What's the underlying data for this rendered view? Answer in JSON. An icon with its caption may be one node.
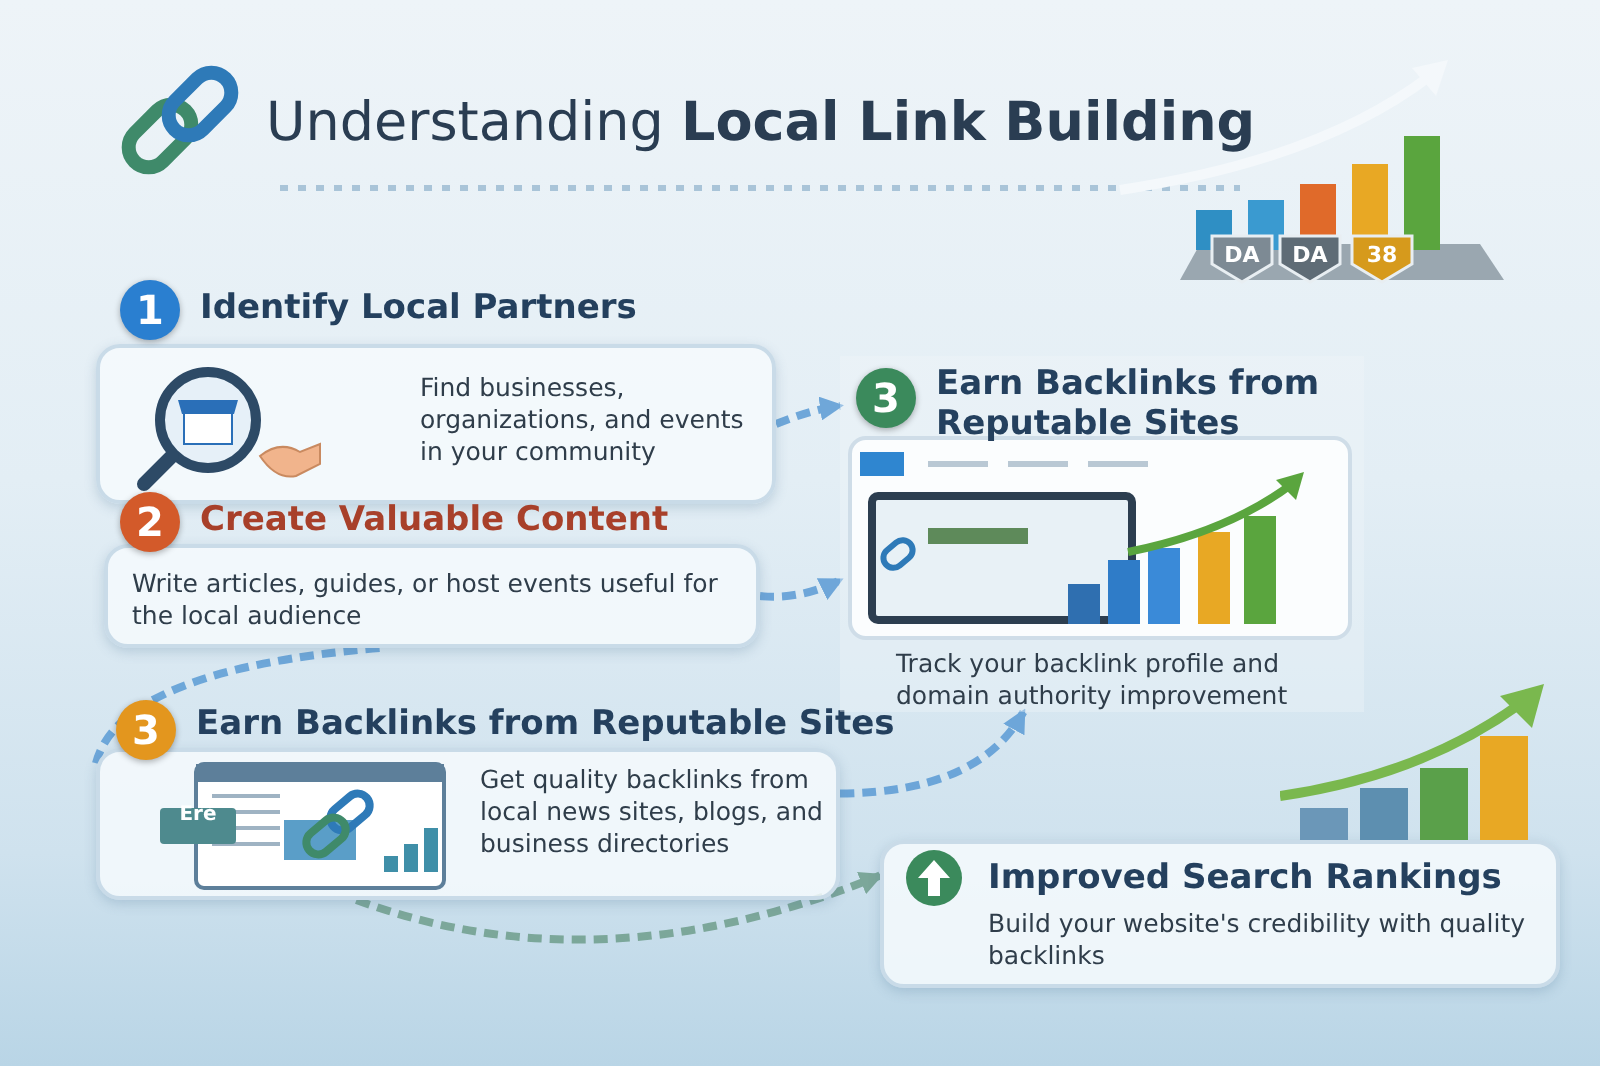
{
  "diagram": {
    "title": "Understanding **Local Link Building**",
    "nodes": [
      {
        "text": [
          "1",
          "Identify Local Partners",
          "Find businesses, organizations, and events in your community"
        ]
      },
      {
        "text": [
          "2",
          "Create Valuable Content",
          "Write articles, guides, or host events useful for the local audience"
        ]
      },
      {
        "text": [
          "3",
          "Earn Backlinks from Reputable Sites",
          "Get quality backlinks from local news sites, blogs, and business directories"
        ]
      },
      {
        "text": [
          "3",
          "Earn Backlinks from Reputable Sites",
          "Track your backlink profile and domain authority improvement"
        ]
      },
      {
        "text": [
          "Improved Search Rankings",
          "Build your website's credibility with quality backlinks"
        ]
      }
    ],
    "edges": [
      {
        "from": 0,
        "to": 3,
        "arrow": "to",
        "style": "dashed"
      },
      {
        "from": 1,
        "to": 3,
        "arrow": "to",
        "style": "dashed"
      },
      {
        "from": 1,
        "to": 2,
        "arrow": "none",
        "style": "dashed"
      },
      {
        "from": 2,
        "to": 3,
        "arrow": "to",
        "style": "dashed"
      },
      {
        "from": 2,
        "to": 4,
        "arrow": "to",
        "style": "dashed",
        "color": "#6f9e8c"
      }
    ],
    "labels": [
      "DA",
      "DA",
      "38",
      "Ere"
    ]
  }
}
